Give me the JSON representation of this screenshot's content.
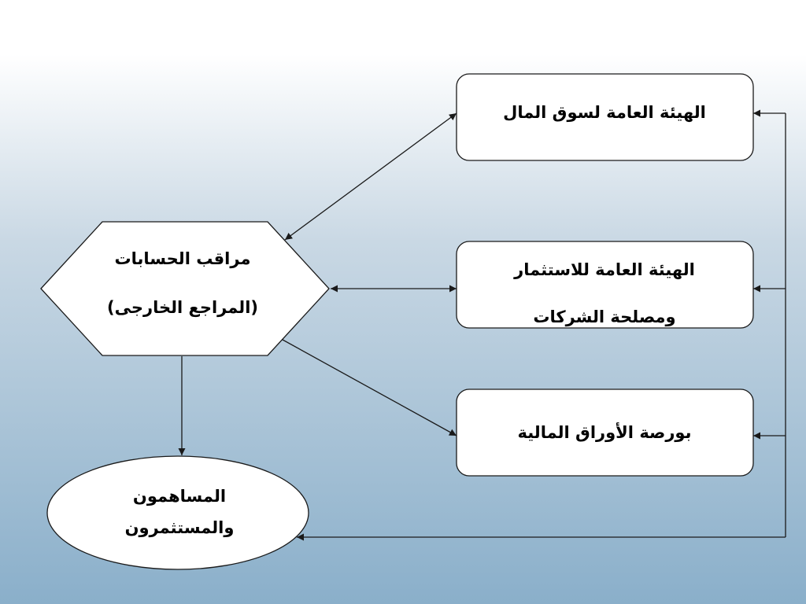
{
  "nodes": {
    "auditor": {
      "line1": "مراقب الحسابات",
      "line2": "(المراجع الخارجى)"
    },
    "capital_market": {
      "label": "الهيئة العامة لسوق المال"
    },
    "investment": {
      "line1": "الهيئة العامة للاستثمار",
      "line2": "ومصلحة الشركات"
    },
    "stock_exchange": {
      "label": "بورصة الأوراق المالية"
    },
    "shareholders": {
      "line1": "المساهمون",
      "line2": "والمستثمرون"
    }
  },
  "colors": {
    "stroke": "#1a1a1a",
    "fill": "#ffffff"
  }
}
